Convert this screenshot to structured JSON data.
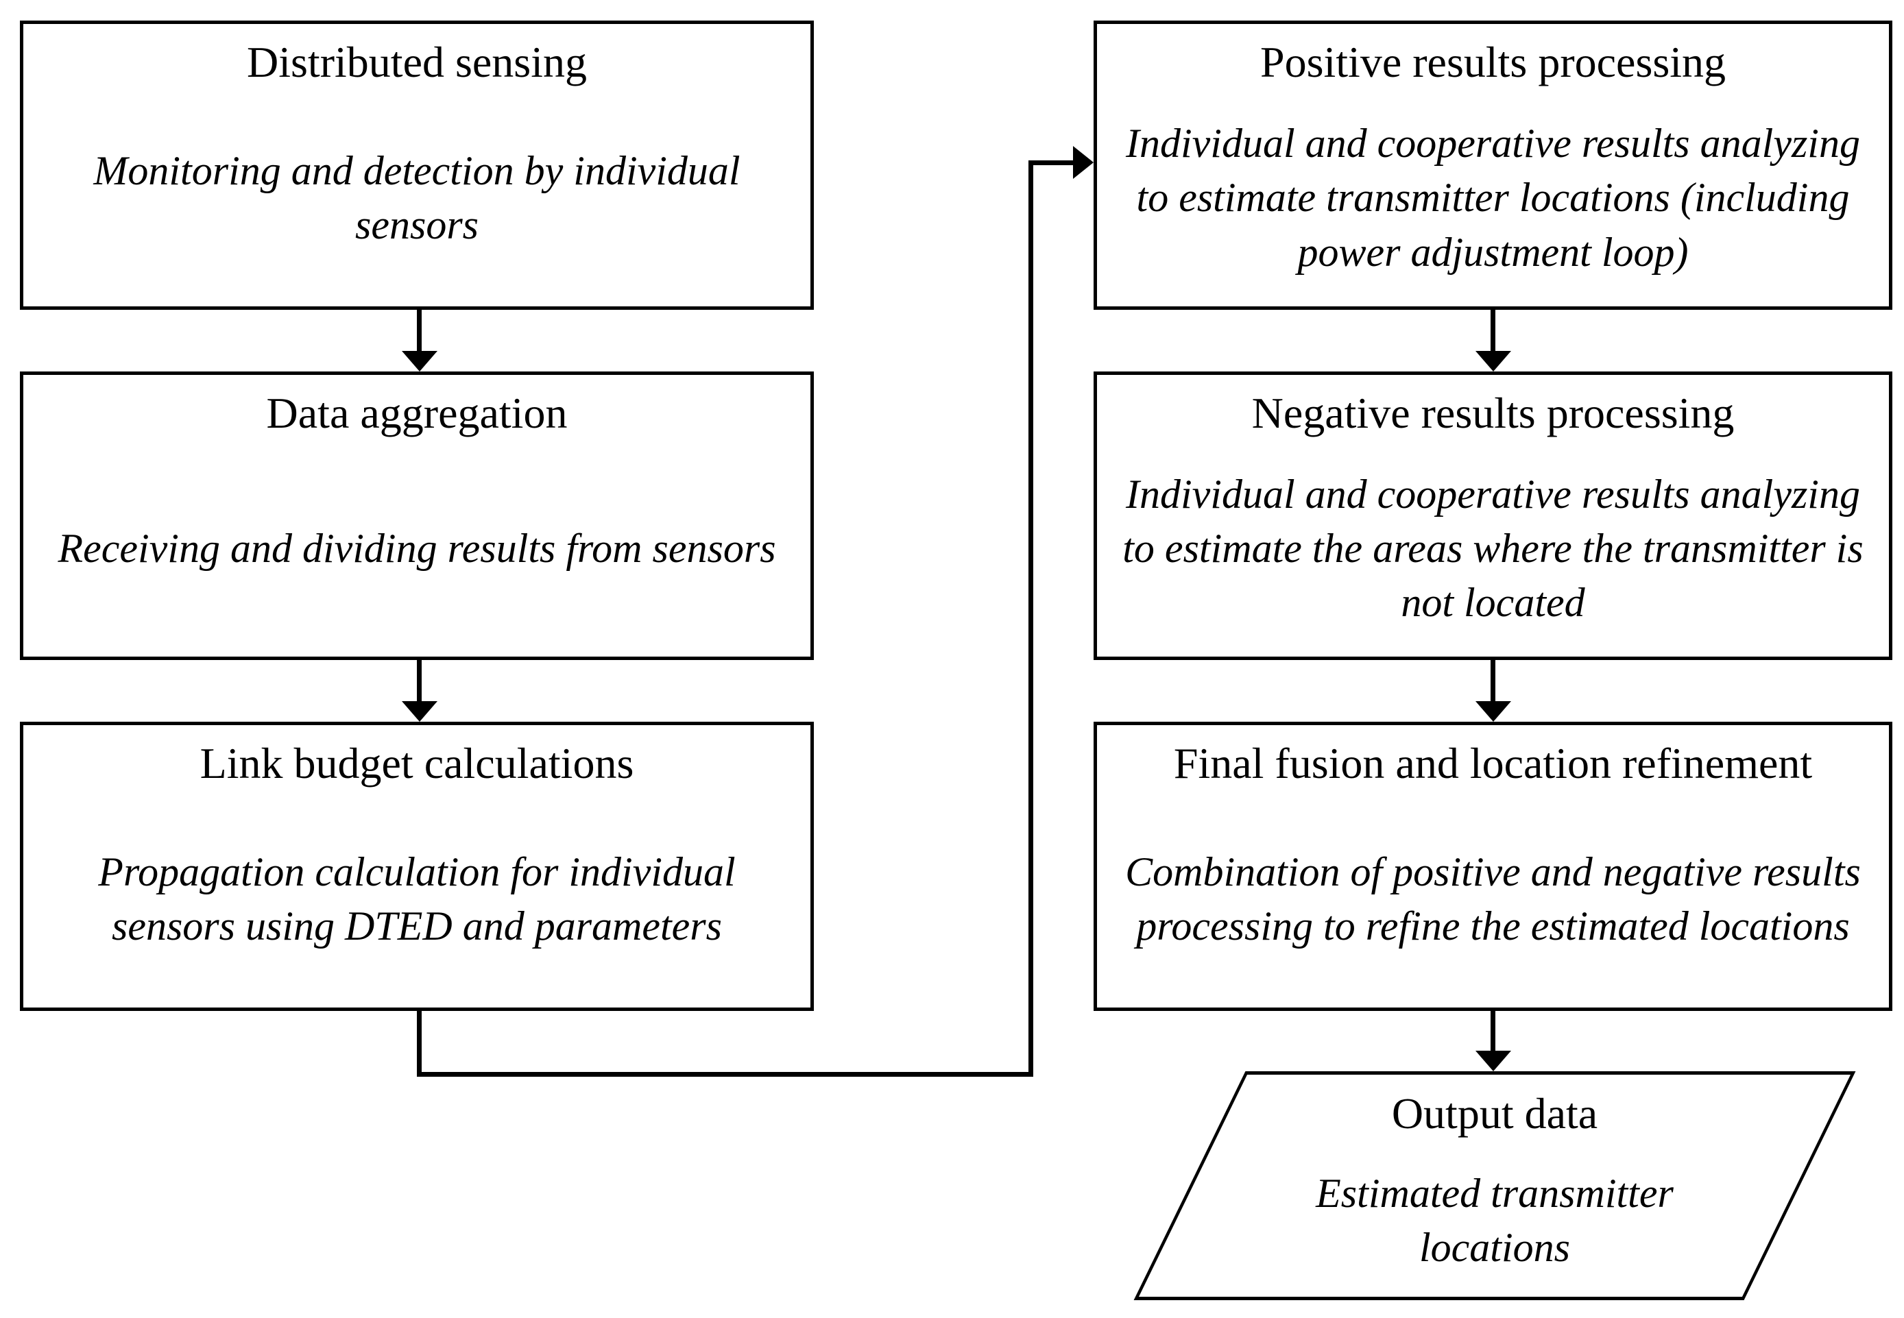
{
  "colors": {
    "background": "#ffffff",
    "line": "#000000",
    "text": "#000000"
  },
  "boxes": [
    {
      "id": "distributed-sensing",
      "title": "Distributed sensing",
      "body": "Monitoring and detection by individual\nsensors"
    },
    {
      "id": "data-aggregation",
      "title": "Data aggregation",
      "body": "Receiving and dividing results from sensors"
    },
    {
      "id": "link-budget-calculations",
      "title": "Link budget calculations",
      "body": "Propagation calculation for individual\nsensors using DTED and parameters"
    },
    {
      "id": "positive-results-processing",
      "title": "Positive results processing",
      "body": "Individual and cooperative results analyzing\nto estimate transmitter locations (including\npower adjustment loop)"
    },
    {
      "id": "negative-results-processing",
      "title": "Negative results processing",
      "body": "Individual and cooperative results analyzing\nto estimate the areas where the transmitter is\nnot located"
    },
    {
      "id": "final-fusion-and-location-refinement",
      "title": "Final fusion and location refinement",
      "body": "Combination of positive and negative results\nprocessing to refine the estimated locations"
    },
    {
      "id": "output-data",
      "title": "Output data",
      "body": "Estimated transmitter\nlocations",
      "shape": "parallelogram"
    }
  ]
}
